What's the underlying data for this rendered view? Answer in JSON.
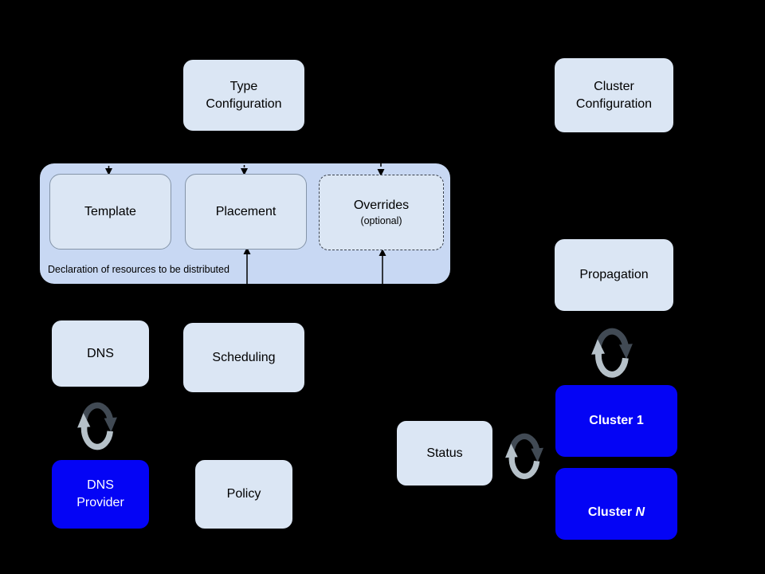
{
  "colors": {
    "background": "#000000",
    "light_box": "#dbe6f4",
    "container": "#c8d8f3",
    "box_border": "#8494a8",
    "blue_box": "#0404f5",
    "text_dark": "#000000",
    "text_light": "#ffffff",
    "arrow": "#000000",
    "sync_dark": "#414a54",
    "sync_light": "#b6c1c9"
  },
  "boxes": {
    "type_configuration": "Type\nConfiguration",
    "cluster_configuration": "Cluster\nConfiguration",
    "template": "Template",
    "placement": "Placement",
    "overrides_title": "Overrides",
    "overrides_subtitle": "(optional)",
    "container_caption": "Declaration of resources to be distributed",
    "dns": "DNS",
    "scheduling": "Scheduling",
    "dns_provider": "DNS\nProvider",
    "policy": "Policy",
    "propagation": "Propagation",
    "status": "Status",
    "cluster_1": "Cluster 1",
    "cluster_n_prefix": "Cluster ",
    "cluster_n_emph": "N"
  }
}
